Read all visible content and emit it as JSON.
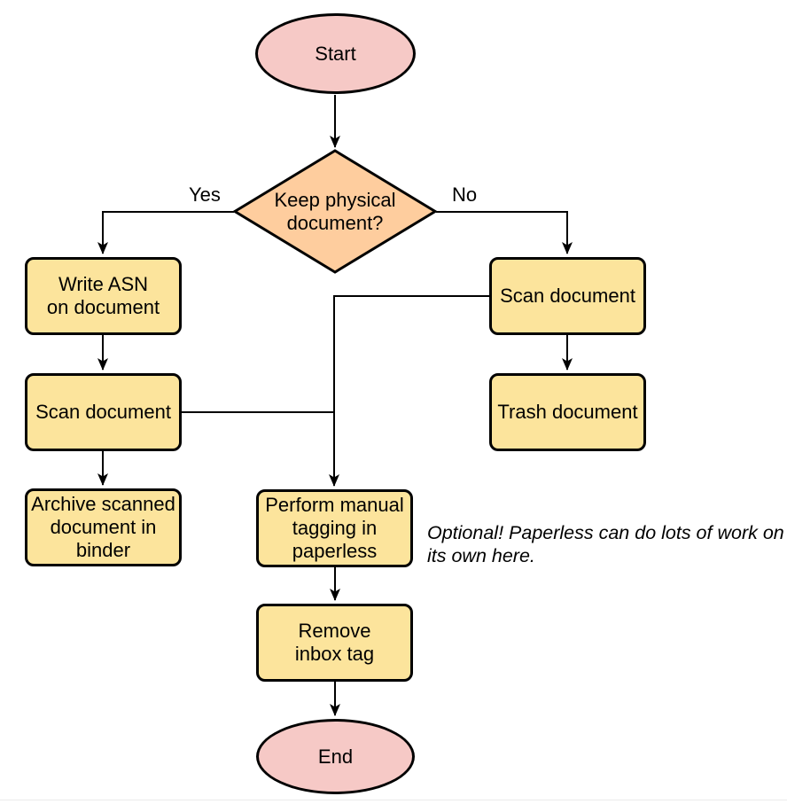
{
  "diagram": {
    "colors": {
      "terminal_fill": "#f6c9c6",
      "decision_fill": "#fecd9e",
      "process_fill": "#fce49c",
      "stroke": "#000000"
    },
    "nodes": {
      "start": {
        "label": "Start"
      },
      "decision": {
        "label": "Keep physical\ndocument?"
      },
      "write_asn": {
        "label": "Write ASN\non document"
      },
      "scan_left": {
        "label": "Scan document"
      },
      "archive": {
        "label": "Archive scanned\ndocument in\nbinder"
      },
      "scan_right": {
        "label": "Scan document"
      },
      "trash": {
        "label": "Trash document"
      },
      "tagging": {
        "label": "Perform manual\ntagging in\npaperless"
      },
      "remove_inbox": {
        "label": "Remove\ninbox tag"
      },
      "end": {
        "label": "End"
      }
    },
    "edge_labels": {
      "yes": "Yes",
      "no": "No"
    },
    "annotation": "Optional! Paperless can do lots of work on\nits own here."
  }
}
